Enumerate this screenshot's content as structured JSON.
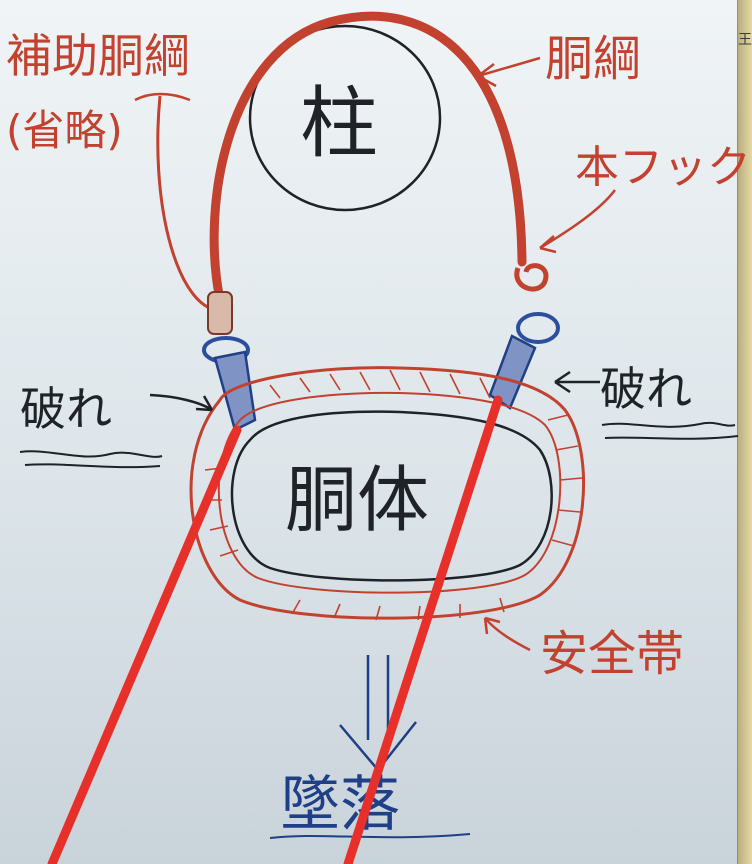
{
  "labels": {
    "pillar": "柱",
    "body": "胴体",
    "main_lanyard": "胴綱",
    "aux_lanyard": "補助胴綱",
    "aux_note": "(省略)",
    "main_hook": "本フック",
    "tear_left": "破れ",
    "tear_right": "破れ",
    "harness": "安全帯",
    "fall": "墜落",
    "edge_mark": "王"
  },
  "colors": {
    "ink_black": "#1f2328",
    "ink_red": "#c2412f",
    "ink_blue": "#1f3f86",
    "overlay_red": "#e8302b",
    "hook_blue": "#2b4f9c"
  }
}
